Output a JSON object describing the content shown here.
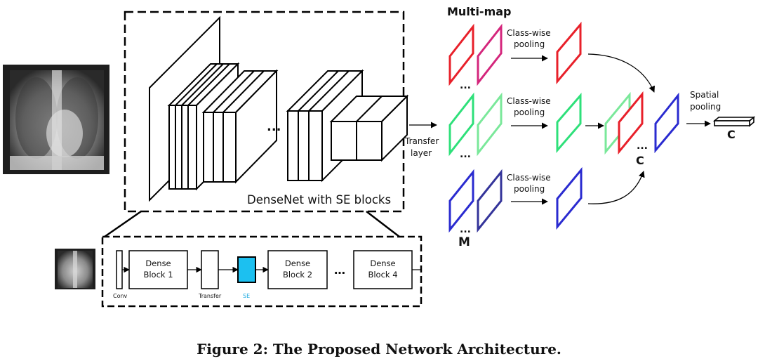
{
  "diagram": {
    "main_box_label": "DenseNet with SE blocks",
    "multi_map_title": "Multi-map",
    "transfer_label_line1": "Transfer",
    "transfer_label_line2": "layer",
    "classwise_line1": "Class-wise",
    "classwise_line2": "pooling",
    "spatial_line1": "Spatial",
    "spatial_line2": "pooling",
    "dots": "...",
    "dots_tight": "…",
    "label_m": "M",
    "label_c": "C",
    "colors": {
      "red": "#e8202a",
      "magenta": "#d4267c",
      "green": "#2ee07a",
      "light_green": "#7ae89a",
      "blue": "#2a2bd0",
      "dark_blue": "#34349a",
      "se_fill": "#1cc0f0",
      "se_text": "#1aa9e0"
    }
  },
  "detail": {
    "conv_label": "Conv",
    "transfer_label": "Transfer",
    "se_label": "SE",
    "block1_line1": "Dense",
    "block1_line2": "Block 1",
    "block2_line1": "Dense",
    "block2_line2": "Block 2",
    "block4_line1": "Dense",
    "block4_line2": "Block 4"
  },
  "caption": "Figure 2: The Proposed Network Architecture."
}
